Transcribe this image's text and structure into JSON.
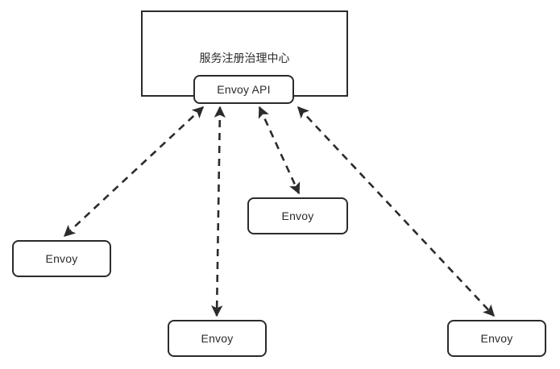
{
  "diagram": {
    "title_text": "服务注册治理中心",
    "stroke_color": "#2b2b2b",
    "text_color": "#2b2b2b",
    "background_color": "#ffffff",
    "edge_style": "dashed-bidirectional",
    "nodes": {
      "registry_center": {
        "label": "服务注册治理中心"
      },
      "envoy_api": {
        "label": "Envoy API"
      },
      "envoy_left": {
        "label": "Envoy"
      },
      "envoy_bottom": {
        "label": "Envoy"
      },
      "envoy_mid": {
        "label": "Envoy"
      },
      "envoy_right": {
        "label": "Envoy"
      }
    },
    "edges": [
      {
        "from": "envoy_api",
        "to": "envoy_left",
        "style": "dashed",
        "arrows": "both"
      },
      {
        "from": "envoy_api",
        "to": "envoy_bottom",
        "style": "dashed",
        "arrows": "both"
      },
      {
        "from": "envoy_api",
        "to": "envoy_mid",
        "style": "dashed",
        "arrows": "both"
      },
      {
        "from": "envoy_api",
        "to": "envoy_right",
        "style": "dashed",
        "arrows": "both"
      }
    ]
  }
}
